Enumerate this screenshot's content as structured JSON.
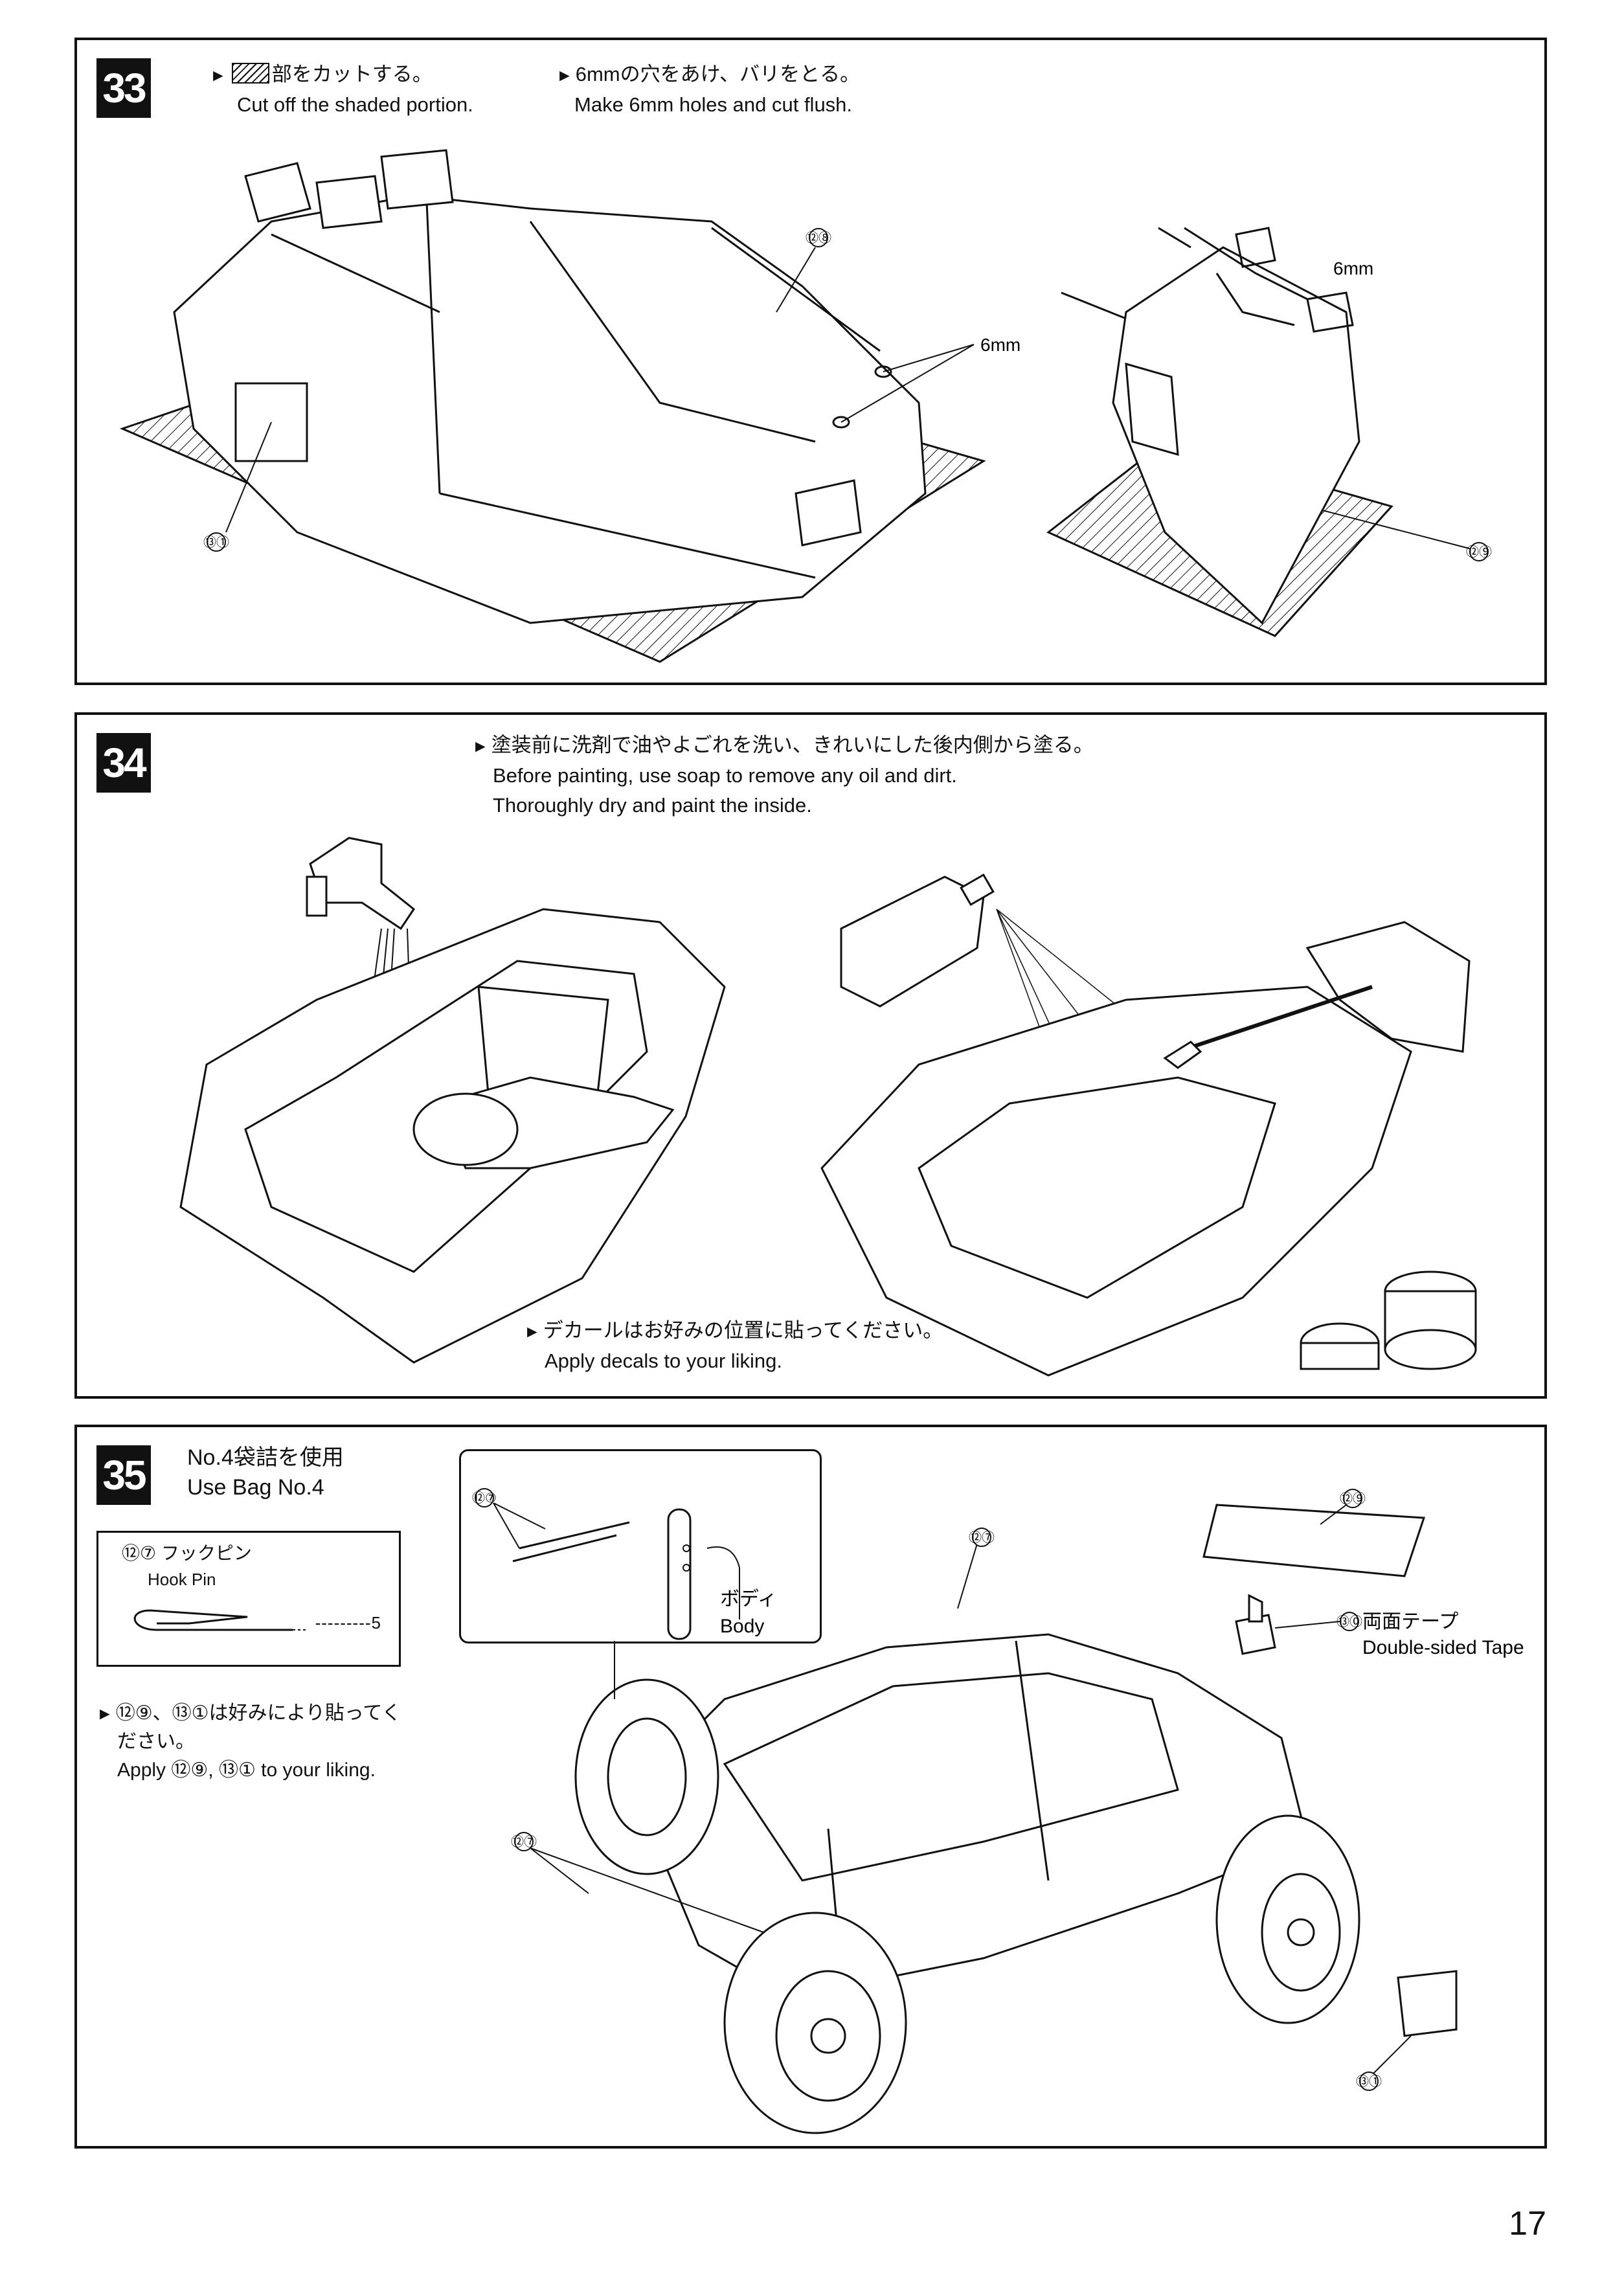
{
  "steps": [
    {
      "number": "33",
      "notes": [
        {
          "jp": "部をカットする。",
          "en": "Cut off the shaded portion."
        },
        {
          "jp": "6mmの穴をあけ、バリをとる。",
          "en": "Make 6mm holes and cut flush."
        }
      ],
      "callouts": {
        "hole_left": "6mm",
        "hole_right": "6mm",
        "part_a": "⑫⑧",
        "part_b": "⑬①",
        "part_c": "⑫⑨"
      }
    },
    {
      "number": "34",
      "notes": [
        {
          "jp": "塗装前に洗剤で油やよごれを洗い、きれいにした後内側から塗る。",
          "en1": "Before painting, use soap to remove any oil and dirt.",
          "en2": "Thoroughly dry and paint the inside."
        },
        {
          "jp": "デカールはお好みの位置に貼ってください。",
          "en": "Apply decals to your liking."
        }
      ]
    },
    {
      "number": "35",
      "bag": {
        "jp": "No.4袋詰を使用",
        "en": "Use Bag No.4"
      },
      "parts": [
        {
          "no": "⑫⑦",
          "jp": "フックピン",
          "en": "Hook Pin",
          "qty": "5"
        }
      ],
      "note": {
        "jp1": "⑫⑨、⑬①は好みにより貼ってく",
        "jp2": "ださい。",
        "en": "Apply ⑫⑨, ⑬① to your liking."
      },
      "labels": {
        "body_jp": "ボディ",
        "body_en": "Body",
        "tape_jp": "両面テープ",
        "tape_no": "⑬⓪",
        "tape_en": "Double-sided Tape",
        "pin": "⑫⑦",
        "sticker_a": "⑫⑨",
        "sticker_b": "⑬①"
      }
    }
  ],
  "page_number": "17"
}
